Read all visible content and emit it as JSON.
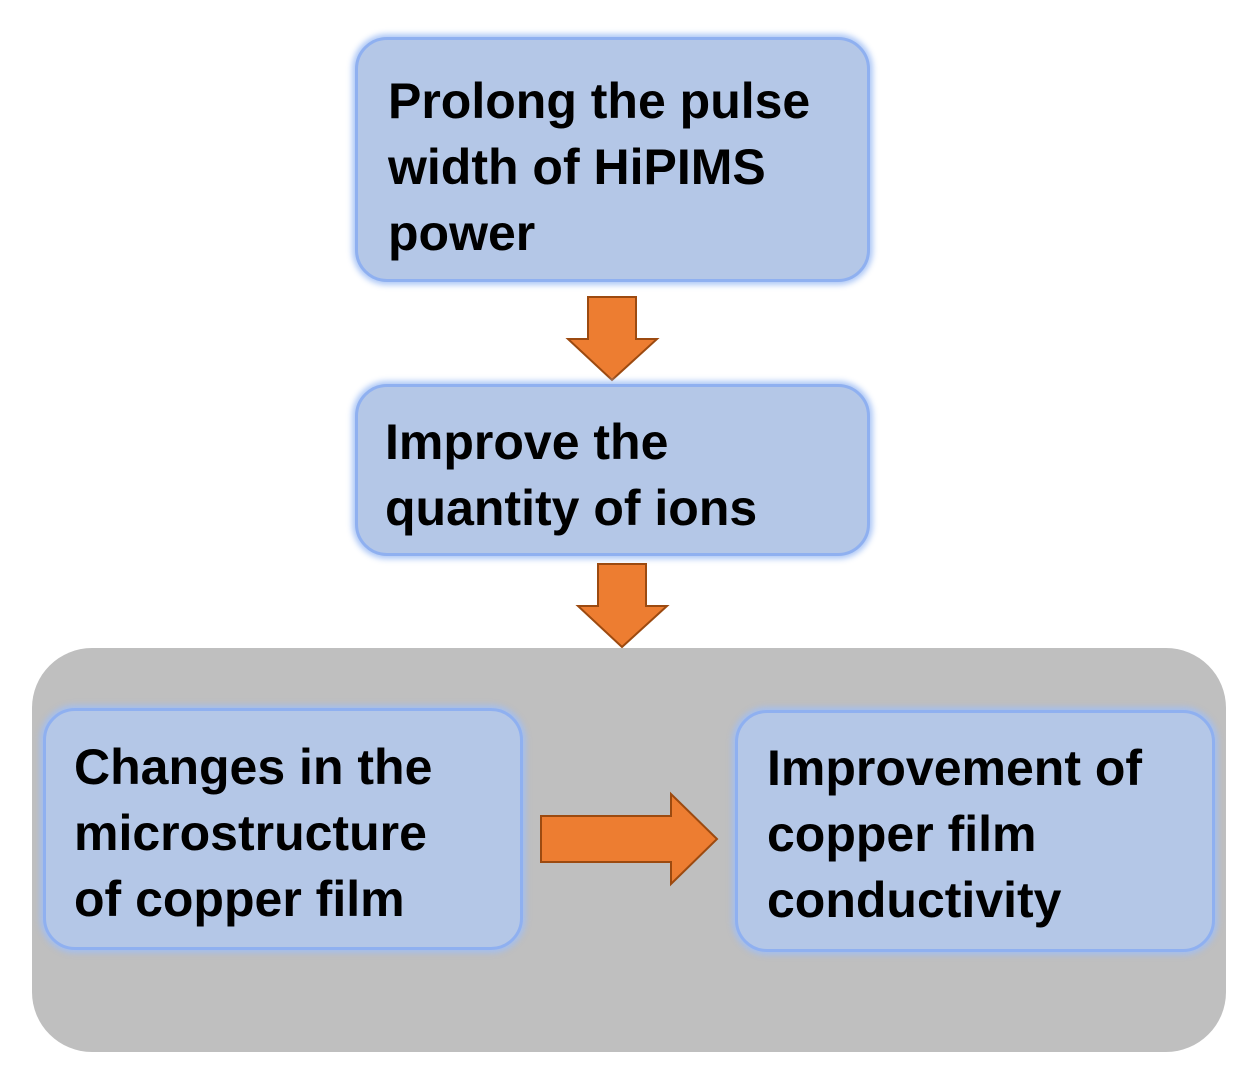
{
  "steps": {
    "prolong_pulse": [
      "Prolong the pulse",
      "width of HiPIMS",
      "power"
    ],
    "improve_ions": [
      "Improve the",
      "quantity of ions"
    ],
    "microstructure_changes": [
      "Changes in the",
      "microstructure",
      "of copper film"
    ],
    "conductivity_improvement": [
      "Improvement of",
      "copper film",
      "conductivity"
    ]
  },
  "colors": {
    "box_fill": "#b4c7e7",
    "box_border": "#8fb0f0",
    "arrow_fill": "#ed7d31",
    "arrow_stroke": "#9c4a10",
    "group_fill": "#bfbfbf"
  }
}
